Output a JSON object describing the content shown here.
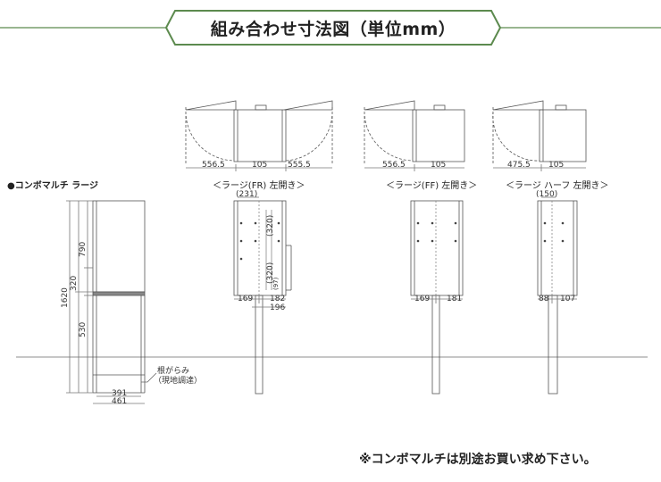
{
  "title": "組み合わせ寸法図（単位mm）",
  "left_heading": "●コンボマルチ ラージ",
  "left_view": {
    "dims": {
      "total": "1620",
      "top": "790",
      "mid": "320",
      "bottom": "530",
      "inner_width": "391",
      "outer_width": "461"
    },
    "note_line1": "根がらみ",
    "note_line2": "（現地調達）"
  },
  "views": [
    {
      "title": "＜ラージ(FR) 左開き＞",
      "top_dims": [
        "556.5",
        "105",
        "555.5"
      ],
      "front_dims": {
        "top": "(231)",
        "vert1": "(320)",
        "vert2": "(320)",
        "vert3": "(97)",
        "bottom_left": "169",
        "bottom_right": "182",
        "bottom_lower": "196"
      }
    },
    {
      "title": "＜ラージ(FF) 左開き＞",
      "top_dims": [
        "556.5",
        "105"
      ],
      "front_dims": {
        "bottom_left": "169",
        "bottom_right": "181"
      }
    },
    {
      "title": "＜ラージ ハーフ 左開き＞",
      "top_dims": [
        "475.5",
        "105"
      ],
      "front_dims": {
        "top": "(150)",
        "bottom_left": "88",
        "bottom_right": "107"
      }
    }
  ],
  "footer_note": "※コンボマルチは別途お買い求め下さい。",
  "colors": {
    "banner_border": "#5c8a4e",
    "banner_fill": "#ffffff",
    "line": "#555555",
    "light_line": "#999999"
  }
}
